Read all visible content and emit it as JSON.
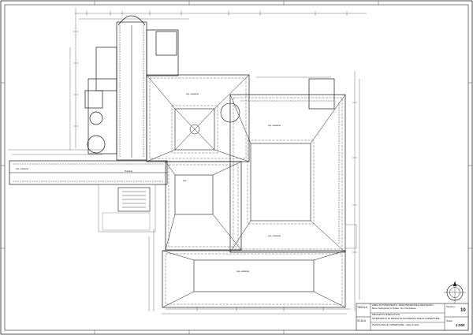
{
  "drawing": {
    "type": "roof plan",
    "north_arrow_icon": "north-arrow-icon"
  },
  "title_block": {
    "project_lines": [
      "AREA DI INTERVENTO: MANUTENZIONE E RESTAURO",
      "Bene Sottoposto a Tutela - Ex Complesso",
      "PROGETTO ESECUTIVO",
      "INTERVENTO DI MESSA IN SICUREZZA DELLE COPERTURE",
      "PIANTA DELLE COPERTURE - stato di fatto"
    ],
    "left_label_top": "TAVOLA",
    "left_label_mid": "SCALA",
    "sheet_number": "10",
    "scale_value": "1:200",
    "field_label_tav": "Tavola n.",
    "field_label_scala": "Scala"
  },
  "colors": {
    "line": "#1a1a1a",
    "light_line": "#7a7a7a",
    "background": "#ffffff"
  }
}
